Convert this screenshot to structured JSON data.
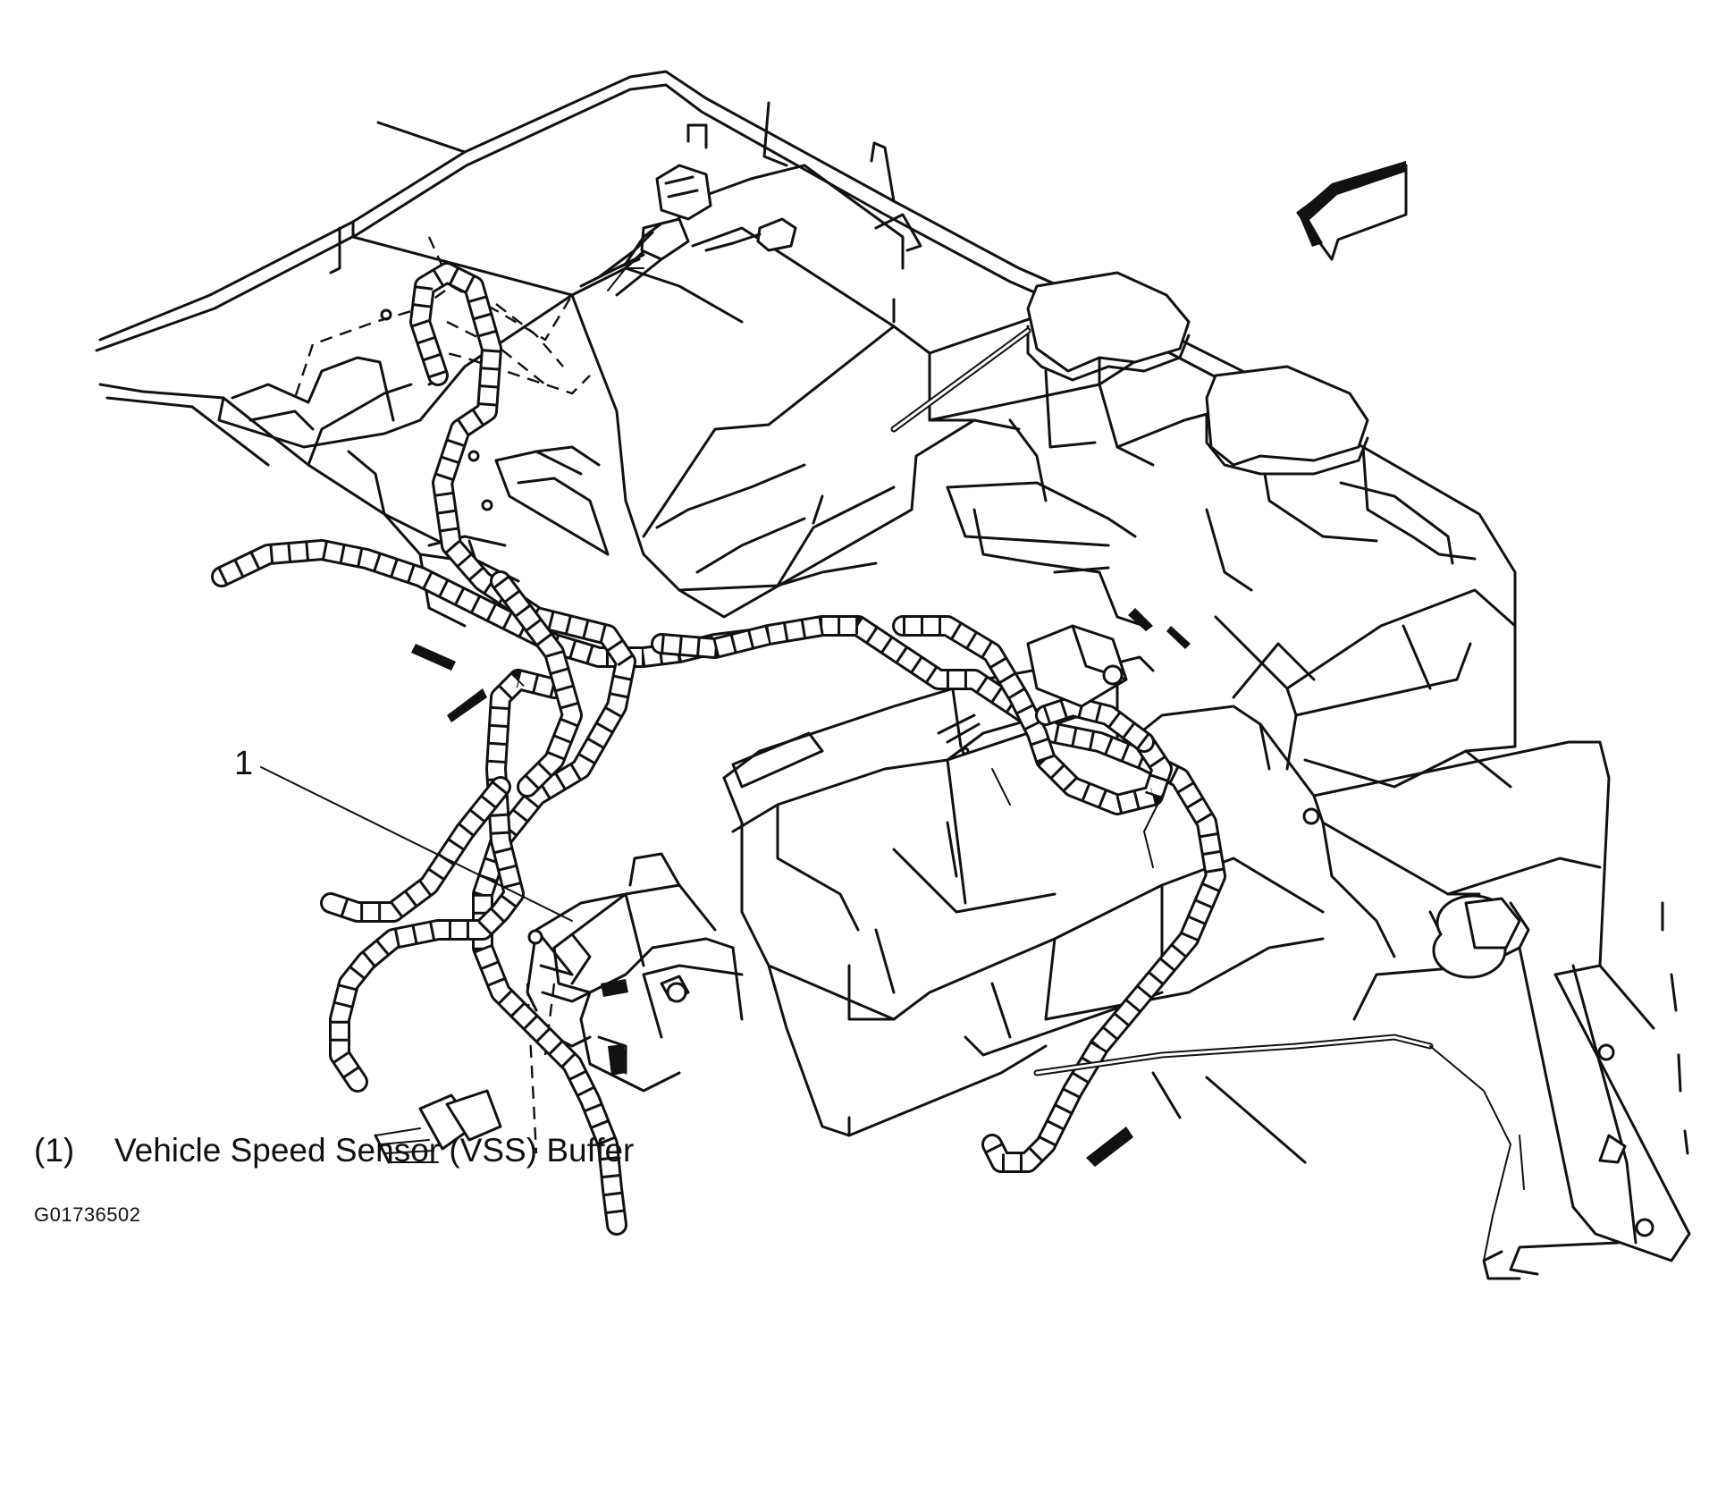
{
  "callouts": [
    {
      "number": "1",
      "legend_number": "(1)",
      "label": "Vehicle Speed Sensor (VSS) Buffer"
    }
  ],
  "figure_id": "G01736502",
  "icons": {
    "direction_arrow": "forward-direction-arrow-icon"
  }
}
